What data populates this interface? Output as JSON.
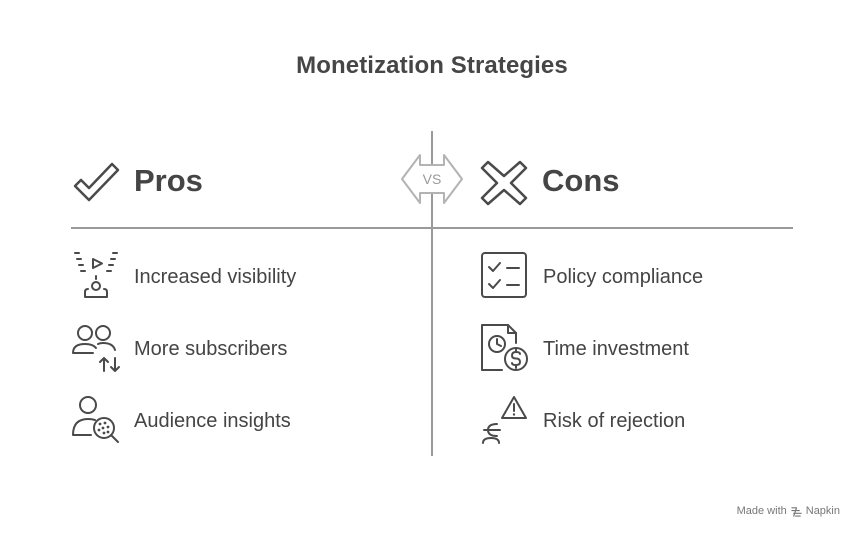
{
  "title": "Monetization Strategies",
  "vs_label": "VS",
  "pros": {
    "heading": "Pros",
    "items": [
      {
        "label": "Increased visibility",
        "icon": "spotlight-icon"
      },
      {
        "label": "More subscribers",
        "icon": "subscribers-icon"
      },
      {
        "label": "Audience insights",
        "icon": "audience-insights-icon"
      }
    ]
  },
  "cons": {
    "heading": "Cons",
    "items": [
      {
        "label": "Policy compliance",
        "icon": "checklist-icon"
      },
      {
        "label": "Time investment",
        "icon": "time-money-icon"
      },
      {
        "label": "Risk of rejection",
        "icon": "risk-warning-icon"
      }
    ]
  },
  "footer": {
    "made_with": "Made with",
    "brand": "Napkin"
  },
  "colors": {
    "text": "#444444",
    "lines": "#9a9a9a",
    "icons": "#4a4a4a"
  }
}
